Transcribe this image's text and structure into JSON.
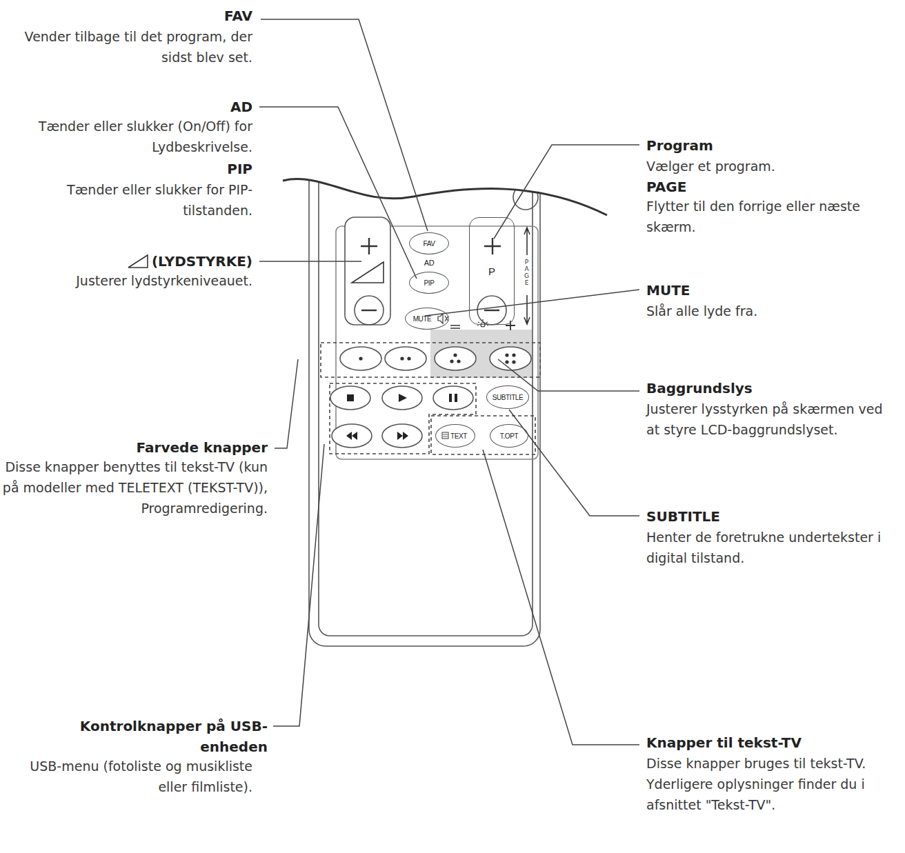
{
  "diagram": {
    "nodes": [
      {
        "text": [
          "FAV"
        ]
      },
      {
        "text": [
          "P"
        ]
      },
      {
        "text": [
          "AD",
          "PIP"
        ]
      },
      {
        "text": [
          "MUTE"
        ]
      },
      {
        "text": [
          "SUBTITLE"
        ]
      },
      {
        "text": [
          "TEXT"
        ]
      },
      {
        "text": [
          "T.OPT"
        ]
      }
    ],
    "labels": [
      "FAV",
      "Vender tilbage til det program, der sidst blev set.",
      "AD",
      "Tænder eller slukker (On/Off) for Lydbeskrivelse.",
      "PIP",
      "Tænder eller slukker for PIP-tilstanden.",
      "(LYDSTYRKE)",
      "Justerer lydstyrkeniveauet.",
      "Farvede knapper",
      "Disse knapper benyttes til tekst-TV (kun på modeller med TELETEXT (TEKST-TV)), Programredigering.",
      "Kontrolknapper på USB-enheden",
      "USB-menu (fotoliste og musikliste eller filmliste).",
      "Program",
      "Vælger et program.",
      "PAGE",
      "Flytter til den forrige eller næste skærm.",
      "MUTE",
      "Slår alle lyde fra.",
      "Baggrundslys",
      "Justerer lysstyrken på skærmen ved at styre LCD-baggrundslyset.",
      "SUBTITLE",
      "Henter de foretrukne undertekster i digital tilstand.",
      "Knapper til tekst-TV",
      "Disse knapper bruges til tekst-TV. Yderligere oplysninger finder du i afsnittet \"Tekst-TV\".",
      "PAGE"
    ]
  }
}
